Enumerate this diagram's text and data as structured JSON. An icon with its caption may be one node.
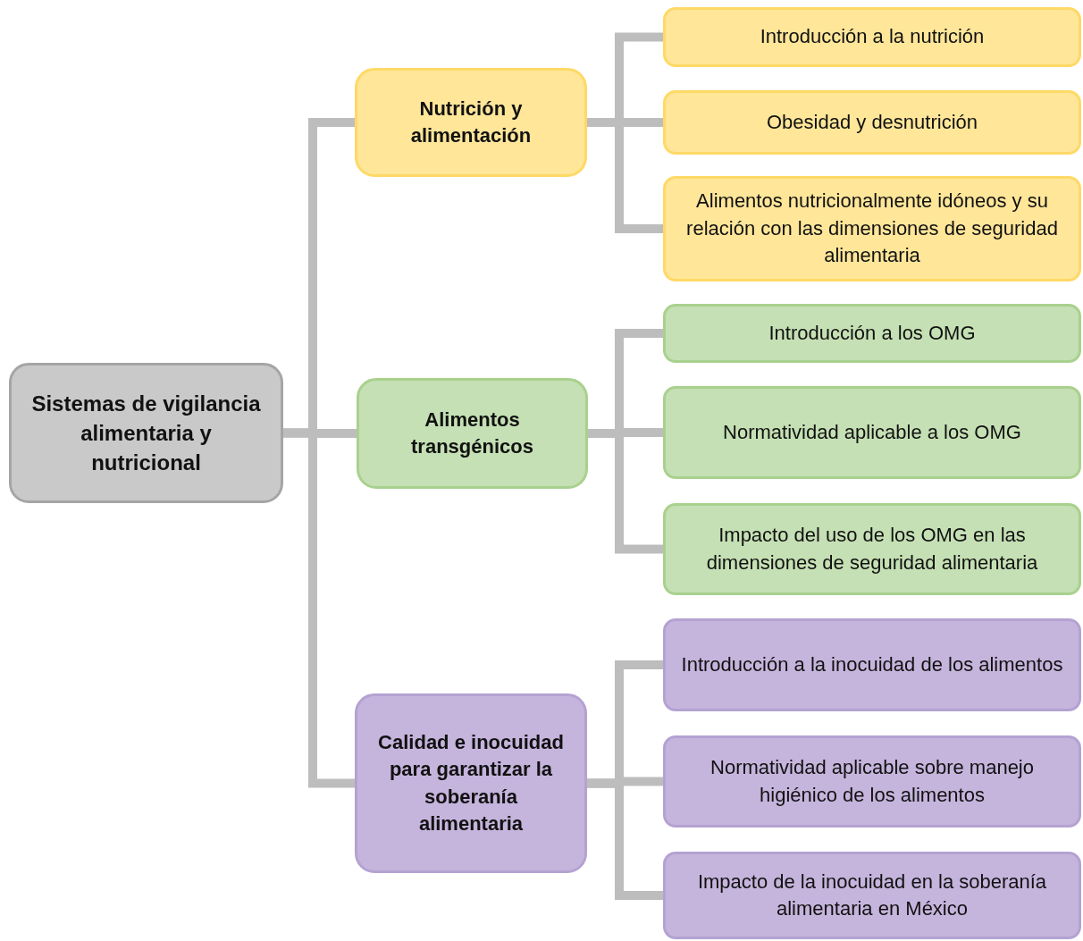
{
  "diagram": {
    "nodes": [
      {
        "text": [
          "Sistemas de vigilancia alimentaria y nutricional"
        ]
      },
      {
        "text": [
          "Nutrición y alimentación"
        ]
      },
      {
        "text": [
          "Introducción a la nutrición"
        ]
      },
      {
        "text": [
          "Obesidad y desnutrición"
        ]
      },
      {
        "text": [
          "Alimentos nutricionalmente idóneos y su relación con las dimensiones de seguridad alimentaria"
        ]
      },
      {
        "text": [
          "Alimentos transgénicos"
        ]
      },
      {
        "text": [
          "Introducción a los OMG"
        ]
      },
      {
        "text": [
          "Normatividad aplicable a los OMG"
        ]
      },
      {
        "text": [
          "Impacto del uso de los OMG en las dimensiones de seguridad alimentaria"
        ]
      },
      {
        "text": [
          "Calidad e inocuidad para garantizar la soberanía alimentaria"
        ]
      },
      {
        "text": [
          "Introducción a la inocuidad de los alimentos"
        ]
      },
      {
        "text": [
          "Normatividad aplicable sobre manejo higiénico de los alimentos"
        ]
      },
      {
        "text": [
          "Impacto de la inocuidad en la soberanía alimentaria en México"
        ]
      }
    ],
    "edges": [
      {
        "from": 0,
        "to": 1,
        "arrow": "none"
      },
      {
        "from": 0,
        "to": 5,
        "arrow": "none"
      },
      {
        "from": 0,
        "to": 9,
        "arrow": "none"
      },
      {
        "from": 1,
        "to": 2,
        "arrow": "none"
      },
      {
        "from": 1,
        "to": 3,
        "arrow": "none"
      },
      {
        "from": 1,
        "to": 4,
        "arrow": "none"
      },
      {
        "from": 5,
        "to": 6,
        "arrow": "none"
      },
      {
        "from": 5,
        "to": 7,
        "arrow": "none"
      },
      {
        "from": 5,
        "to": 8,
        "arrow": "none"
      },
      {
        "from": 9,
        "to": 10,
        "arrow": "none"
      },
      {
        "from": 9,
        "to": 11,
        "arrow": "none"
      },
      {
        "from": 9,
        "to": 12,
        "arrow": "none"
      }
    ]
  }
}
